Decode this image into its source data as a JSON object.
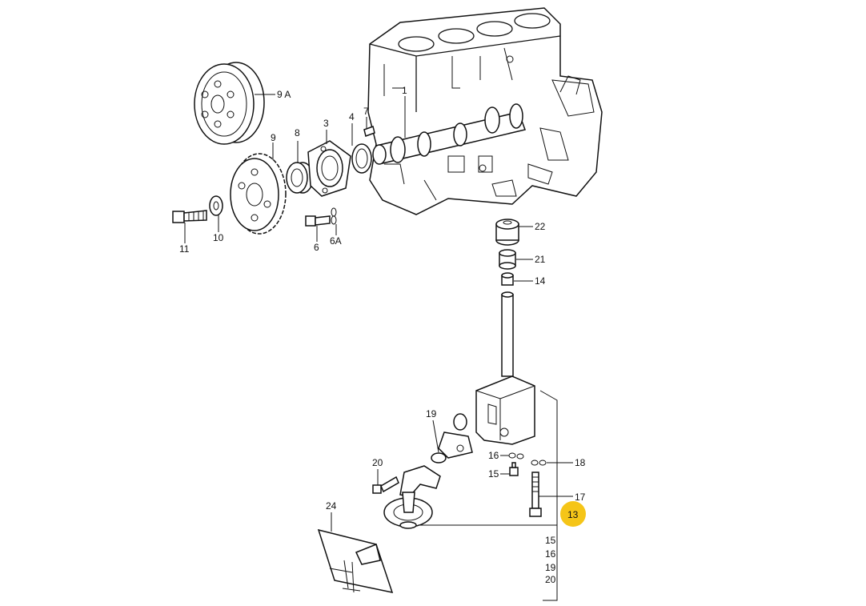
{
  "labels": {
    "p9a": "9 A",
    "p9": "9",
    "p8": "8",
    "p3": "3",
    "p4": "4",
    "p7": "7",
    "p1": "1",
    "p11": "11",
    "p10": "10",
    "p6": "6",
    "p6a": "6A",
    "p22": "22",
    "p21": "21",
    "p14": "14",
    "p19": "19",
    "p20": "20",
    "p16": "16",
    "p15": "15",
    "p18": "18",
    "p17": "17",
    "p13": "13",
    "p24": "24"
  },
  "group13_list": [
    "15",
    "16",
    "19",
    "20"
  ],
  "highlight": {
    "label": "13",
    "color": "#f5c518"
  }
}
